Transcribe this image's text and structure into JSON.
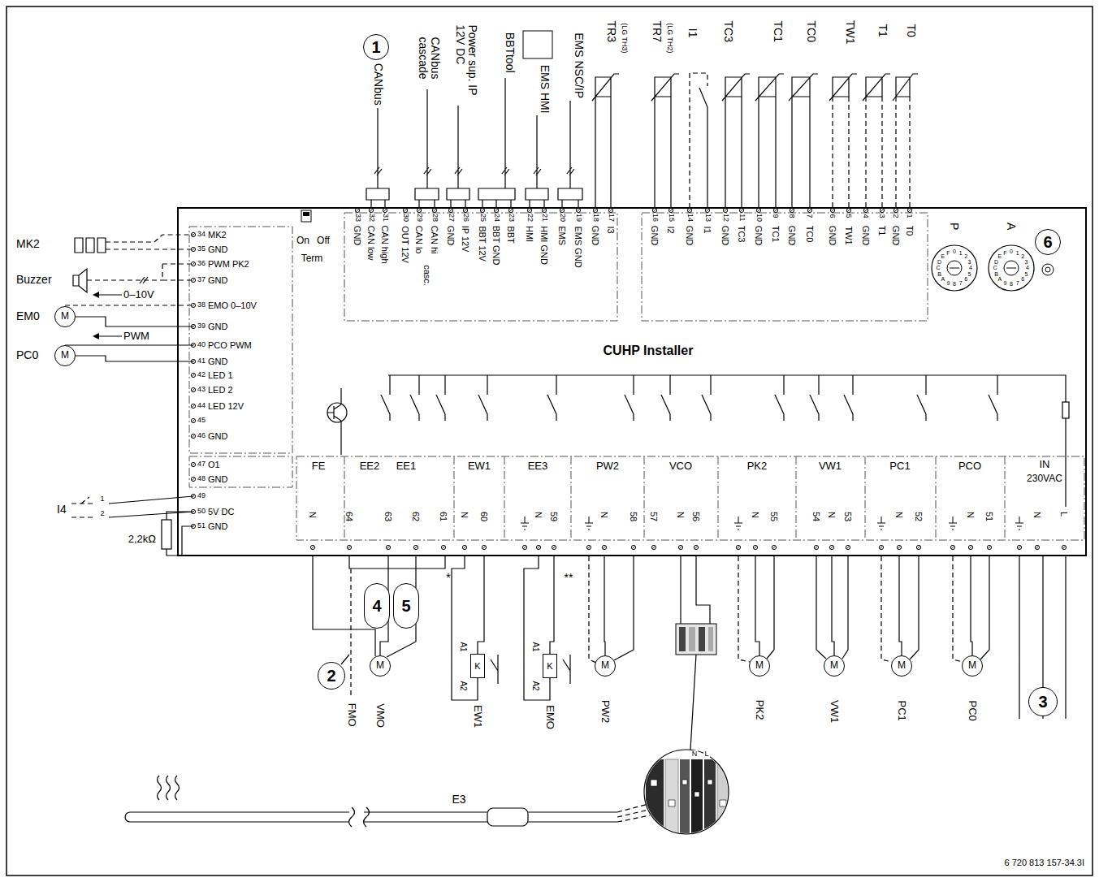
{
  "diagram": {
    "nodes": [
      {
        "text": [
          "1"
        ]
      },
      {
        "text": [
          "CUHP Installer"
        ]
      },
      {
        "text": [
          "6"
        ],
        "in": 1
      },
      {
        "text": [
          "M"
        ]
      },
      {
        "text": [
          "M"
        ]
      },
      {
        "text": [
          "4"
        ]
      },
      {
        "text": [
          "5"
        ]
      },
      {
        "text": [
          "2"
        ]
      },
      {
        "text": [
          "M"
        ]
      },
      {
        "text": [
          "K"
        ]
      },
      {
        "text": [
          "K"
        ]
      },
      {
        "text": [
          "M"
        ]
      },
      {
        "text": [
          "M"
        ]
      },
      {
        "text": [
          "M"
        ]
      },
      {
        "text": [
          "M"
        ]
      },
      {
        "text": [
          "M"
        ]
      },
      {
        "text": [
          "3"
        ]
      }
    ],
    "edges": [
      {
        "from": 1,
        "to": 3,
        "arrow": "none"
      },
      {
        "from": 1,
        "to": 4,
        "arrow": "none"
      },
      {
        "from": 1,
        "to": 8,
        "arrow": "none"
      },
      {
        "from": 1,
        "to": 9,
        "arrow": "none"
      },
      {
        "from": 1,
        "to": 10,
        "arrow": "none"
      },
      {
        "from": 1,
        "to": 11,
        "arrow": "none"
      },
      {
        "from": 1,
        "to": 12,
        "arrow": "none"
      },
      {
        "from": 1,
        "to": 13,
        "arrow": "none"
      },
      {
        "from": 1,
        "to": 14,
        "arrow": "none"
      },
      {
        "from": 1,
        "to": 15,
        "arrow": "none"
      }
    ],
    "labels": [
      "CANbus",
      "CANbus cascade",
      "Power sup. IP 12V DC",
      "BBTtool",
      "EMS HMI",
      "EMS NSC/IP",
      "TR3",
      "(LG TH3)",
      "TR7",
      "(LG TH2)",
      "I1",
      "TC3",
      "TC1",
      "TC0",
      "TW1",
      "T1",
      "T0",
      "33",
      "GND",
      "32",
      "CAN low",
      "31",
      "CAN high",
      "30",
      "OUT 12V",
      "29",
      "CAN lo",
      "28",
      "CAN hi",
      "27",
      "GND",
      "26",
      "IP 12V",
      "25",
      "BBT 12V",
      "24",
      "BBT GND",
      "23",
      "BBT",
      "22",
      "HMI",
      "21",
      "HMI GND",
      "20",
      "EMS",
      "19",
      "EMS GND",
      "18",
      "GND",
      "17",
      "I3",
      "16",
      "GND",
      "15",
      "I2",
      "14",
      "GND",
      "13",
      "I1",
      "12",
      "GND",
      "11",
      "TC3",
      "10",
      "GND",
      "9",
      "TC1",
      "8",
      "GND",
      "7",
      "TC0",
      "6",
      "GND",
      "5",
      "TW1",
      "4",
      "GND",
      "3",
      "T1",
      "2",
      "GND",
      "1",
      "T0",
      "casc.",
      "34",
      "MK2",
      "35",
      "GND",
      "36",
      "PWM PK2",
      "37",
      "GND",
      "38",
      "EMO 0–10V",
      "39",
      "GND",
      "40",
      "PCO PWM",
      "41",
      "GND",
      "42",
      "LED 1",
      "43",
      "LED 2",
      "44",
      "LED 12V",
      "45",
      "46",
      "GND",
      "47",
      "O1",
      "48",
      "GND",
      "49",
      "50",
      "5V DC",
      "51",
      "GND",
      "MK2",
      "Buzzer",
      "0–10V",
      "EM0",
      "PWM",
      "PC0",
      "I4",
      "1",
      "2",
      "2,2kΩ",
      "On",
      "Off",
      "Term",
      "P",
      "A",
      "0",
      "1",
      "2",
      "3",
      "4",
      "5",
      "6",
      "7",
      "8",
      "9",
      "A",
      "B",
      "C",
      "D",
      "E",
      "F",
      "0",
      "1",
      "2",
      "3",
      "4",
      "5",
      "6",
      "7",
      "8",
      "9",
      "A",
      "B",
      "C",
      "D",
      "E",
      "F",
      "FE",
      "EE2",
      "EE1",
      "EW1",
      "EE3",
      "PW2",
      "VCO",
      "PK2",
      "VW1",
      "PC1",
      "PCO",
      "IN",
      "230VAC",
      "N",
      "64",
      "63",
      "62",
      "61",
      "N",
      "60",
      "N",
      "59",
      "N",
      "58",
      "57",
      "N",
      "56",
      "N",
      "55",
      "54",
      "N",
      "53",
      "N",
      "52",
      "N",
      "51",
      "N",
      "L",
      "*",
      "**",
      "FMO",
      "VMO",
      "EW1",
      "EMO",
      "PW2",
      "PK2",
      "VW1",
      "PC1",
      "PC0",
      "A1",
      "A2",
      "A1",
      "A2",
      "N",
      "L",
      "E3",
      "6 720 813 157-34.3I"
    ]
  }
}
